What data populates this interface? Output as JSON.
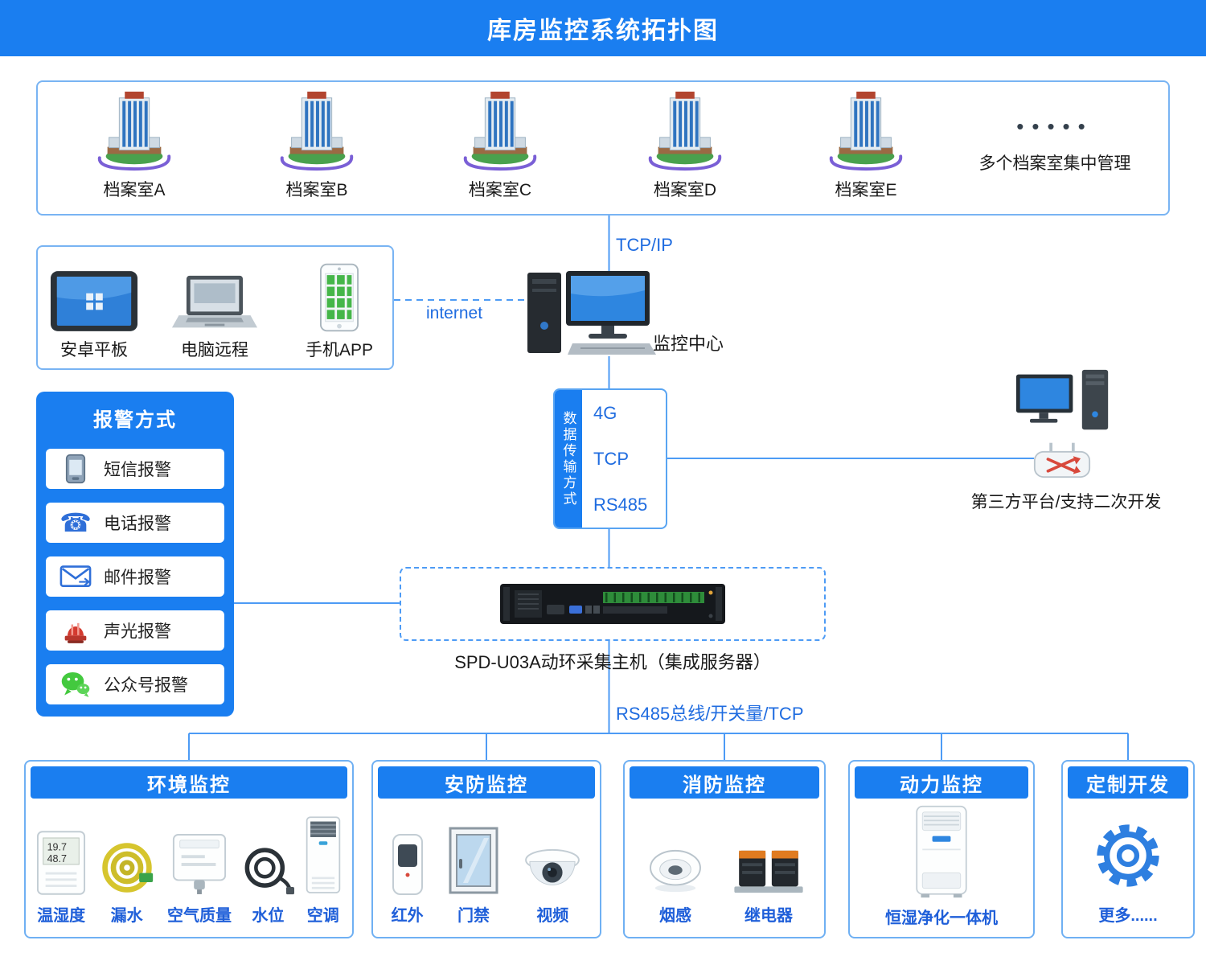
{
  "title": "库房监控系统拓扑图",
  "colors": {
    "accent": "#1a7ef0",
    "line": "#4d9bf5",
    "link_text": "#1f6ce0",
    "category_label": "#1f5fd9"
  },
  "archive": {
    "rooms": [
      "档案室A",
      "档案室B",
      "档案室C",
      "档案室D",
      "档案室E"
    ],
    "dots": "•••••",
    "more": "多个档案室集中管理"
  },
  "clients": {
    "labels": [
      "安卓平板",
      "电脑远程",
      "手机APP"
    ],
    "internet": "internet"
  },
  "center": {
    "label": "监控中心",
    "protocol": "TCP/IP"
  },
  "transmission": {
    "side": "数据传输方式",
    "options": [
      "4G",
      "TCP",
      "RS485"
    ]
  },
  "third_party": {
    "label": "第三方平台/支持二次开发"
  },
  "alarms": {
    "title": "报警方式",
    "items": [
      {
        "label": "短信报警",
        "icon": "sms-phone-icon"
      },
      {
        "label": "电话报警",
        "icon": "telephone-icon",
        "glyph": "☎"
      },
      {
        "label": "邮件报警",
        "icon": "mail-icon"
      },
      {
        "label": "声光报警",
        "icon": "siren-icon"
      },
      {
        "label": "公众号报警",
        "icon": "wechat-icon"
      }
    ]
  },
  "host": {
    "label": "SPD-U03A动环采集主机（集成服务器）",
    "bus": "RS485总线/开关量/TCP"
  },
  "meter": {
    "temp": "19.7",
    "humi": "48.7"
  },
  "categories": [
    {
      "title": "环境监控",
      "items": [
        "温湿度",
        "漏水",
        "空气质量",
        "水位",
        "空调"
      ]
    },
    {
      "title": "安防监控",
      "items": [
        "红外",
        "门禁",
        "视频"
      ]
    },
    {
      "title": "消防监控",
      "items": [
        "烟感",
        "继电器"
      ]
    },
    {
      "title": "动力监控",
      "items": [
        "恒湿净化一体机"
      ]
    },
    {
      "title": "定制开发",
      "items": [
        "更多......"
      ]
    }
  ]
}
